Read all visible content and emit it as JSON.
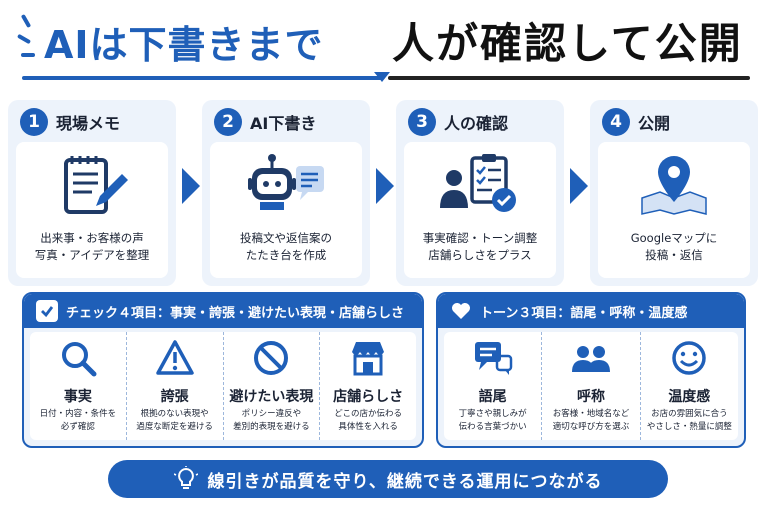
{
  "header": {
    "title_blue": "AIは下書きまで",
    "title_black": "人が確認して公開"
  },
  "steps": [
    {
      "num": "1",
      "title": "現場メモ",
      "desc": [
        "出来事・お客様の声",
        "写真・アイデアを整理"
      ],
      "icon": "notepad-pencil-icon"
    },
    {
      "num": "2",
      "title": "AI下書き",
      "desc": [
        "投稿文や返信案の",
        "たたき台を作成"
      ],
      "icon": "robot-chat-icon"
    },
    {
      "num": "3",
      "title": "人の確認",
      "desc": [
        "事実確認・トーン調整",
        "店舗らしさをプラス"
      ],
      "icon": "person-checklist-icon"
    },
    {
      "num": "4",
      "title": "公開",
      "desc": [
        "Googleマップに",
        "投稿・返信"
      ],
      "icon": "map-pin-icon"
    }
  ],
  "check_panel": {
    "title": "チェック４項目：事実・誇張・避けたい表現・店舗らしさ",
    "items": [
      {
        "title": "事実",
        "desc": [
          "日付・内容・条件を",
          "必ず確認"
        ],
        "icon": "magnifier-icon"
      },
      {
        "title": "誇張",
        "desc": [
          "根拠のない表現や",
          "過度な断定を避ける"
        ],
        "icon": "warning-icon"
      },
      {
        "title": "避けたい表現",
        "desc": [
          "ポリシー違反や",
          "差別的表現を避ける"
        ],
        "icon": "prohibited-icon"
      },
      {
        "title": "店舗らしさ",
        "desc": [
          "どこの店か伝わる",
          "具体性を入れる"
        ],
        "icon": "storefront-icon"
      }
    ]
  },
  "tone_panel": {
    "title": "トーン３項目：語尾・呼称・温度感",
    "items": [
      {
        "title": "語尾",
        "desc": [
          "丁寧さや親しみが",
          "伝わる言葉づかい"
        ],
        "icon": "speech-bubbles-icon"
      },
      {
        "title": "呼称",
        "desc": [
          "お客様・地域名など",
          "適切な呼び方を選ぶ"
        ],
        "icon": "people-icon"
      },
      {
        "title": "温度感",
        "desc": [
          "お店の雰囲気に合う",
          "やさしさ・熱量に調整"
        ],
        "icon": "smiley-icon"
      }
    ]
  },
  "banner": {
    "text": "線引きが品質を守り、継続できる運用につながる",
    "icon": "lightbulb-icon"
  },
  "colors": {
    "accent": "#1f5fb8",
    "panel_bg": "#edf3fb"
  }
}
